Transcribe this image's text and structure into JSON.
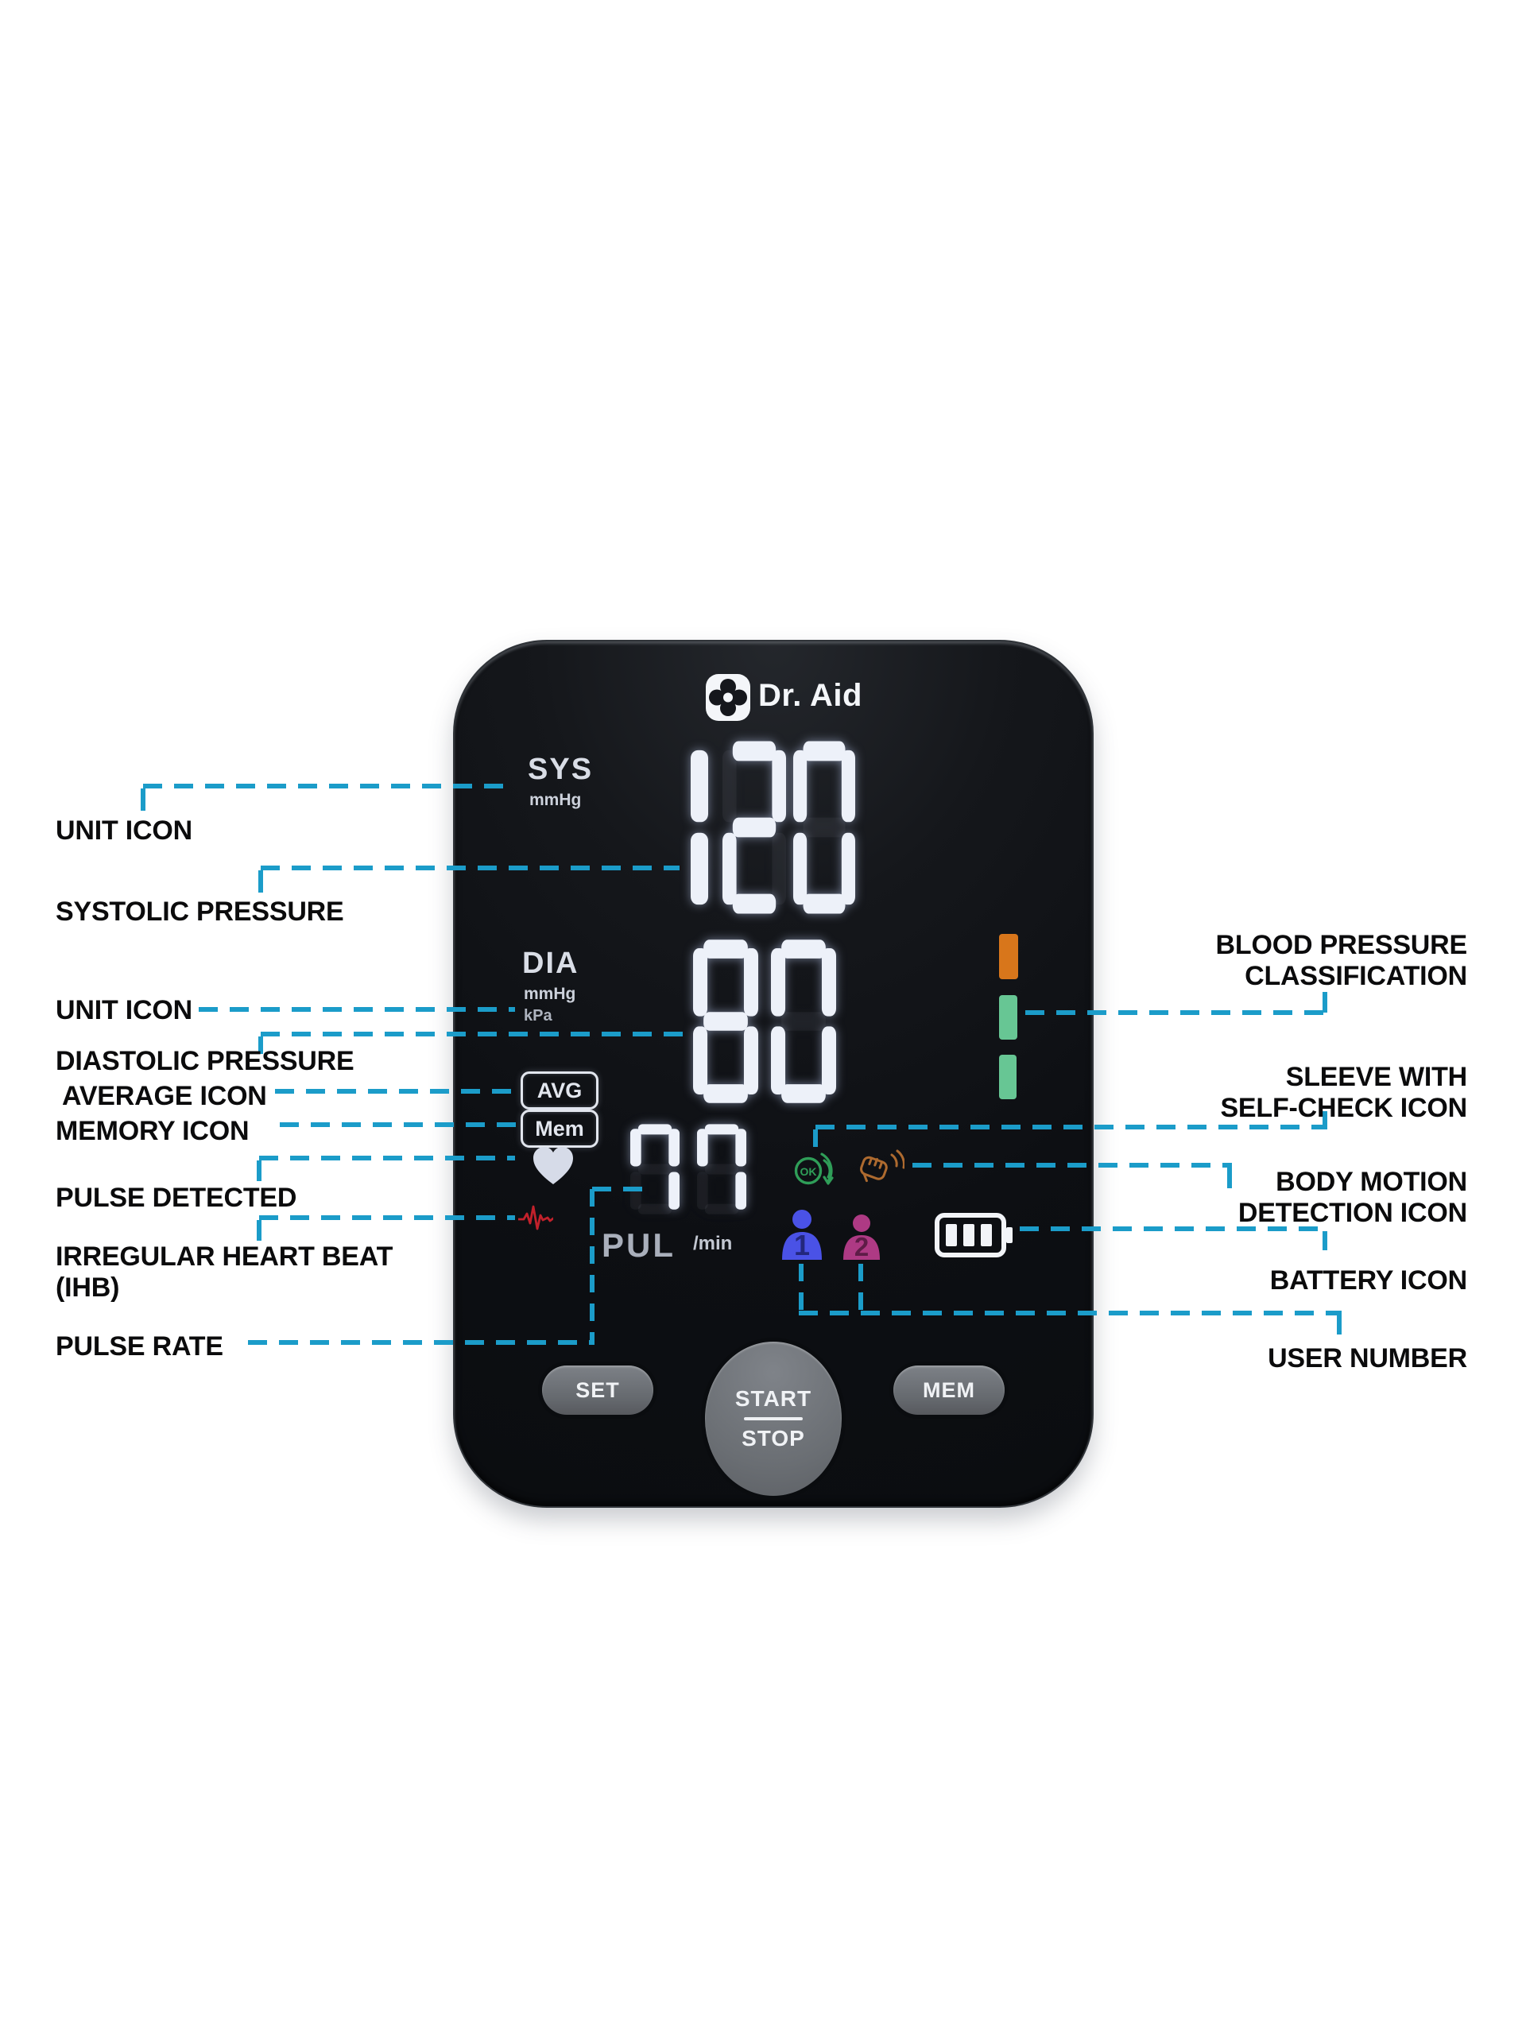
{
  "device": {
    "brand": "Dr. Aid",
    "display": {
      "sys": {
        "label": "SYS",
        "unit": "mmHg",
        "value": "120"
      },
      "dia": {
        "label": "DIA",
        "unit_primary": "mmHg",
        "unit_secondary": "kPa",
        "value": "80"
      },
      "avg_badge": "AVG",
      "mem_badge": "Mem",
      "pulse": {
        "value": "77",
        "label": "PUL",
        "unit": "/min"
      },
      "self_check_ok": "OK",
      "users": {
        "user1": "1",
        "user2": "2"
      }
    },
    "buttons": {
      "set": "SET",
      "start": "START",
      "stop": "STOP",
      "mem": "MEM"
    }
  },
  "annotations": {
    "left": [
      {
        "id": "unit-icon-sys",
        "lines": [
          "UNIT ICON"
        ]
      },
      {
        "id": "systolic-pressure",
        "lines": [
          "SYSTOLIC PRESSURE"
        ]
      },
      {
        "id": "unit-icon-dia",
        "lines": [
          "UNIT ICON"
        ]
      },
      {
        "id": "diastolic-pressure",
        "lines": [
          "DIASTOLIC PRESSURE"
        ]
      },
      {
        "id": "average-icon",
        "lines": [
          "AVERAGE ICON"
        ]
      },
      {
        "id": "memory-icon",
        "lines": [
          "MEMORY ICON"
        ]
      },
      {
        "id": "pulse-detected",
        "lines": [
          "PULSE DETECTED"
        ]
      },
      {
        "id": "irregular-heart-beat",
        "lines": [
          "IRREGULAR HEART BEAT",
          "(IHB)"
        ]
      },
      {
        "id": "pulse-rate",
        "lines": [
          "PULSE RATE"
        ]
      }
    ],
    "right": [
      {
        "id": "blood-pressure-classification",
        "lines": [
          "BLOOD PRESSURE",
          "CLASSIFICATION"
        ]
      },
      {
        "id": "sleeve-self-check",
        "lines": [
          "SLEEVE WITH",
          "SELF-CHECK ICON"
        ]
      },
      {
        "id": "body-motion-detection",
        "lines": [
          "BODY MOTION",
          "DETECTION ICON"
        ]
      },
      {
        "id": "battery-icon",
        "lines": [
          "BATTERY ICON"
        ]
      },
      {
        "id": "user-number",
        "lines": [
          "USER NUMBER"
        ]
      }
    ]
  },
  "colors": {
    "leader_teal": "#1b9cc9",
    "label_text": "#0b0b0c",
    "device_body": "#111419",
    "segment_white": "#edf1f9",
    "classification_orange": "#d8761b",
    "classification_green": "#67c694",
    "ok_green": "#2f9e58",
    "motion_orange": "#ad6a2f",
    "user1_blue": "#4a52e6",
    "user2_magenta": "#ae3a84",
    "ecg_red": "#c2212b",
    "button_gray": "#6e7278"
  }
}
